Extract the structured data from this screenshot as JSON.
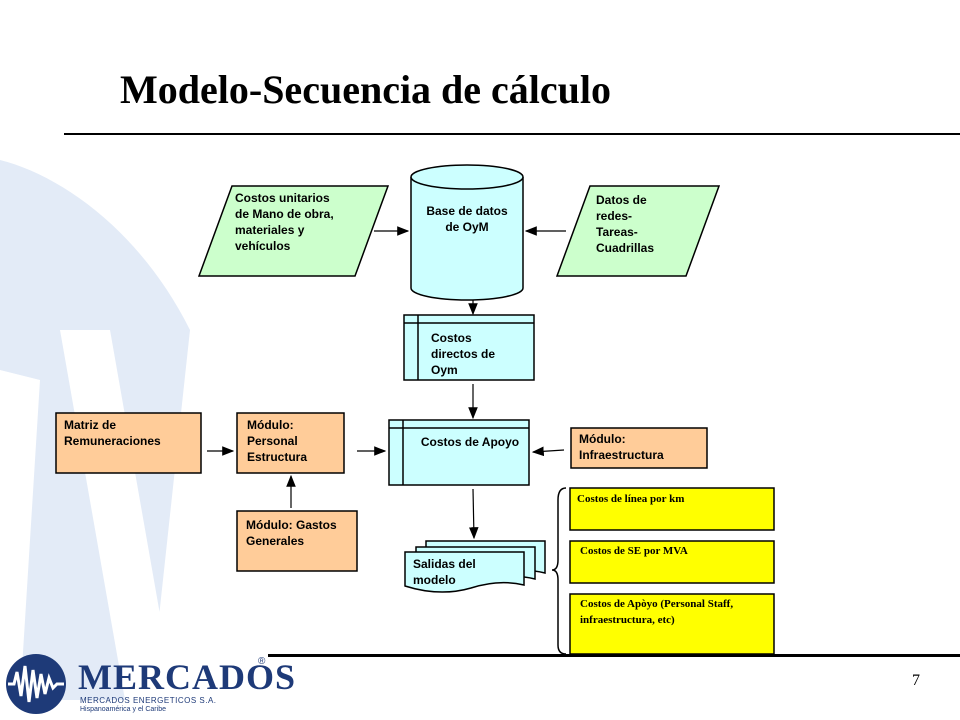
{
  "slide": {
    "title": "Modelo-Secuencia de cálculo",
    "page_number": "7"
  },
  "colors": {
    "green": "#ccffcc",
    "cyan": "#ccffff",
    "peach": "#ffcc99",
    "yellow": "#ffff00",
    "watermark": "#e3ebf7",
    "logo": "#1e3a78"
  },
  "nodes": {
    "costos_unitarios": "Costos unitarios de Mano de obra, materiales y vehículos",
    "base_datos": "Base de datos de OyM",
    "datos_redes": "Datos de redes- Tareas- Cuadrillas",
    "costos_directos": "Costos directos de Oym",
    "matriz_remuneraciones": "Matriz de Remuneraciones",
    "modulo_personal": "Módulo: Personal Estructura",
    "costos_apoyo": "Costos de Apoyo",
    "modulo_infraestructura": "Módulo: Infraestructura",
    "modulo_gastos": "Módulo: Gastos Generales",
    "salidas": "Salidas del modelo",
    "costos_linea": "Costos de línea por km",
    "costos_se": "Costos de SE por MVA",
    "costos_apoyo_detalle": "Costos de Apòyo (Personal Staff, infraestructura, etc)"
  },
  "logo": {
    "name": "MERCADOS",
    "subtitle": "MERCADOS ENERGETICOS S.A.",
    "tagline": "Hispanoamérica y el Caribe",
    "registered": "®"
  }
}
